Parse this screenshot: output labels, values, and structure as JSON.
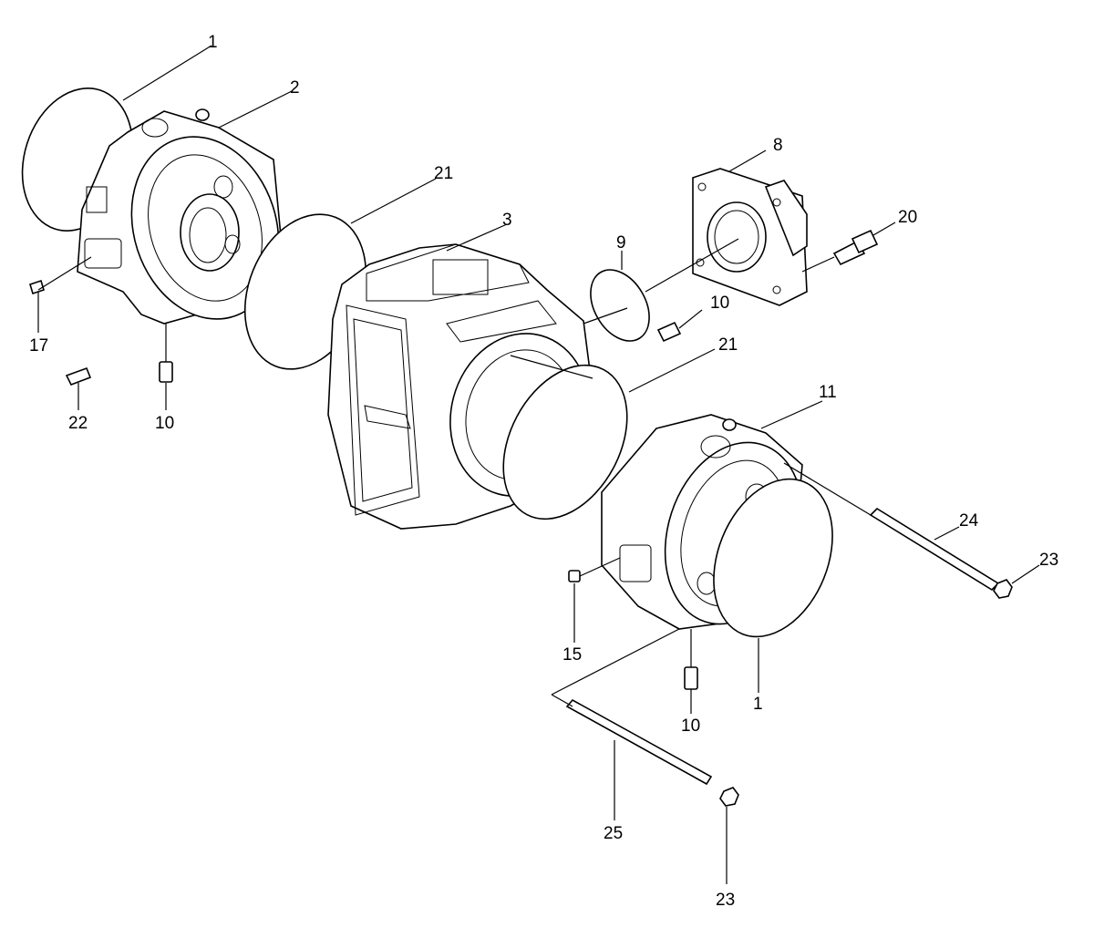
{
  "callouts": {
    "c1a": "1",
    "c2": "2",
    "c21a": "21",
    "c3": "3",
    "c8": "8",
    "c20": "20",
    "c9": "9",
    "c10a": "10",
    "c21b": "21",
    "c17": "17",
    "c22": "22",
    "c10b": "10",
    "c11": "11",
    "c24": "24",
    "c23a": "23",
    "c15": "15",
    "c1b": "1",
    "c10c": "10",
    "c25": "25",
    "c23b": "23"
  }
}
